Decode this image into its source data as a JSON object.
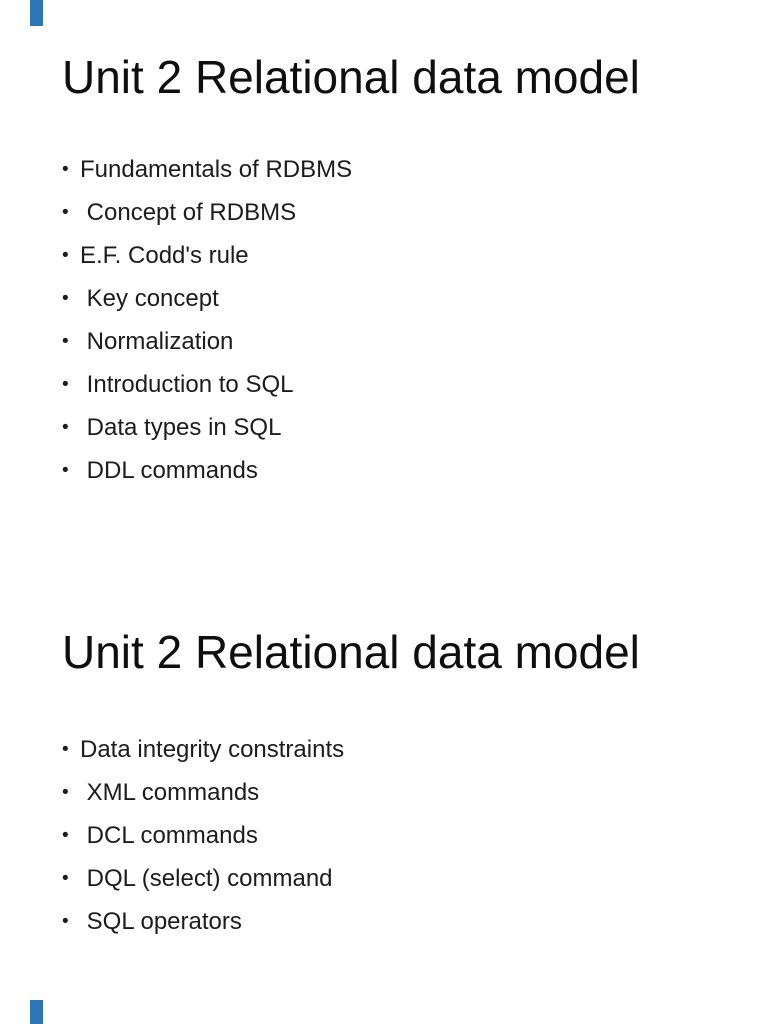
{
  "colors": {
    "page_background": "#ffffff",
    "adjacent_page_accent": "#2e75b6",
    "text": "#1c1c1c"
  },
  "bullet_char": "•",
  "slides": [
    {
      "title": "Unit 2 Relational data model",
      "bullets": [
        "Fundamentals of RDBMS",
        " Concept of RDBMS",
        "E.F. Codd's rule",
        " Key concept",
        " Normalization",
        " Introduction to SQL",
        " Data types in SQL",
        " DDL commands"
      ]
    },
    {
      "title": "Unit 2 Relational data model",
      "bullets": [
        "Data integrity constraints",
        " XML commands",
        " DCL commands",
        " DQL (select) command",
        " SQL operators"
      ]
    }
  ]
}
